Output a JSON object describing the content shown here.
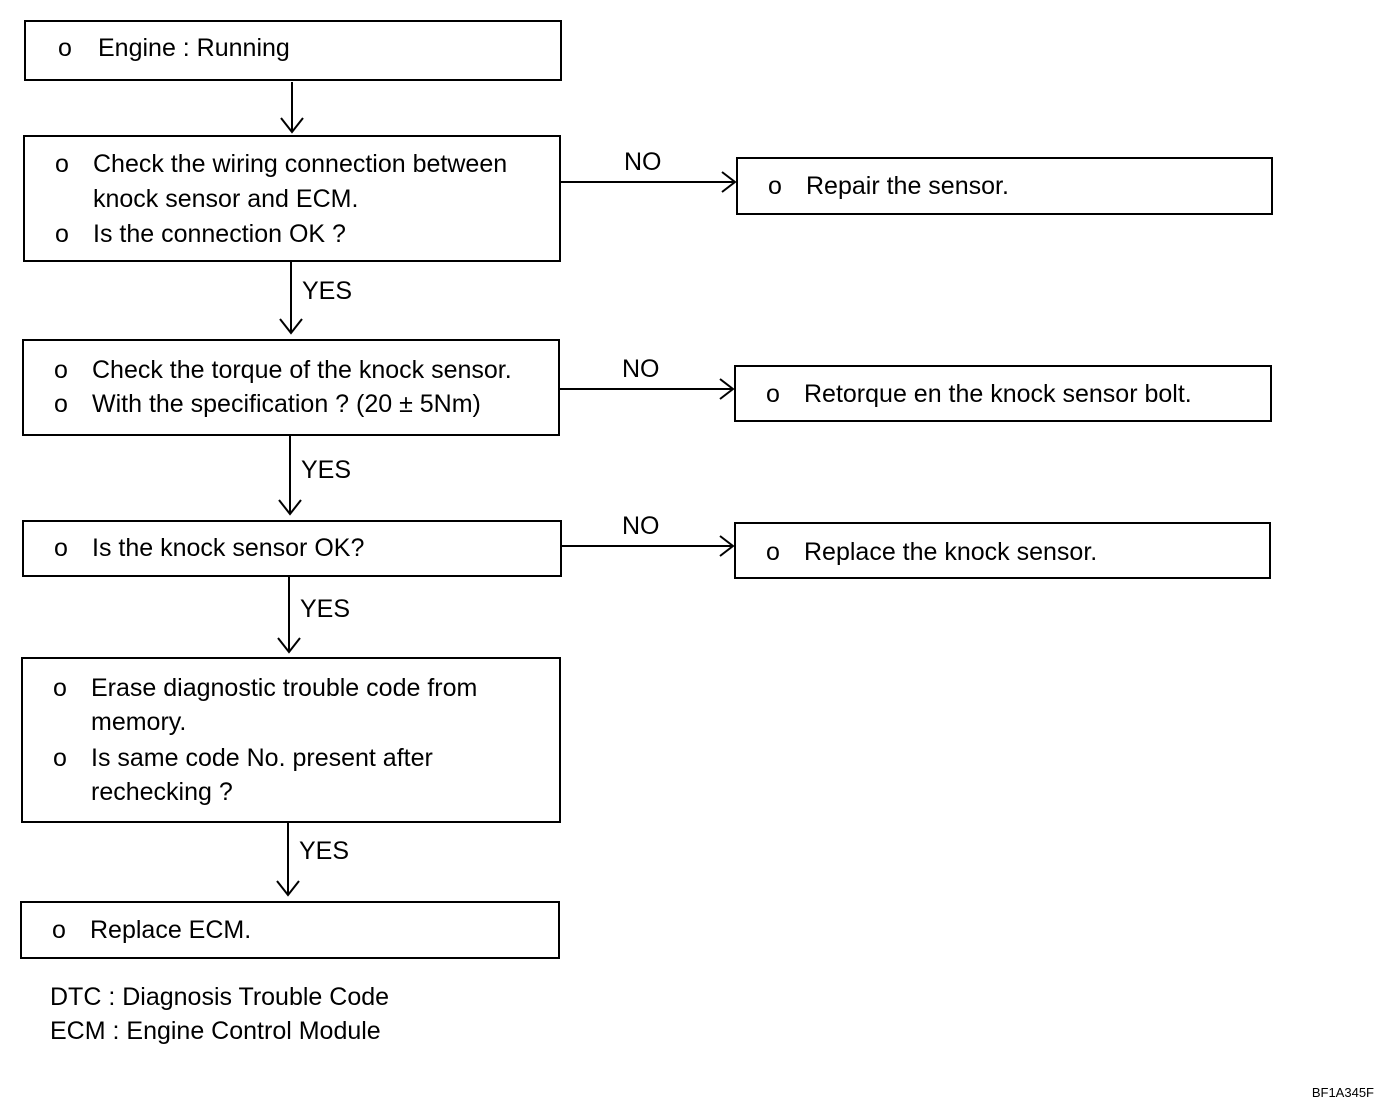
{
  "steps": [
    {
      "lines": [
        {
          "bullet": "o",
          "text": "Engine : Running"
        }
      ]
    },
    {
      "lines": [
        {
          "bullet": "o",
          "text": "Check the wiring connection between"
        },
        {
          "bullet": "",
          "text": "knock sensor and ECM."
        },
        {
          "bullet": "o",
          "text": "Is the connection OK ?"
        }
      ]
    },
    {
      "lines": [
        {
          "bullet": "o",
          "text": "Check the torque of the knock sensor."
        },
        {
          "bullet": "o",
          "text": "With the specification ? (20 ± 5Nm)"
        }
      ]
    },
    {
      "lines": [
        {
          "bullet": "o",
          "text": "Is the knock sensor OK?"
        }
      ]
    },
    {
      "lines": [
        {
          "bullet": "o",
          "text": "Erase diagnostic trouble code from"
        },
        {
          "bullet": "",
          "text": "memory."
        },
        {
          "bullet": "o",
          "text": "Is same code No. present after"
        },
        {
          "bullet": "",
          "text": "rechecking ?"
        }
      ]
    },
    {
      "lines": [
        {
          "bullet": "o",
          "text": "Replace ECM."
        }
      ]
    }
  ],
  "actions": [
    {
      "bullet": "o",
      "text": "Repair the sensor."
    },
    {
      "bullet": "o",
      "text": "Retorque en the knock sensor bolt."
    },
    {
      "bullet": "o",
      "text": "Replace the knock sensor."
    }
  ],
  "branch_labels": {
    "yes": "YES",
    "no": "NO"
  },
  "legend": [
    "DTC : Diagnosis Trouble Code",
    "ECM : Engine Control Module"
  ],
  "figure_code": "BF1A345F"
}
